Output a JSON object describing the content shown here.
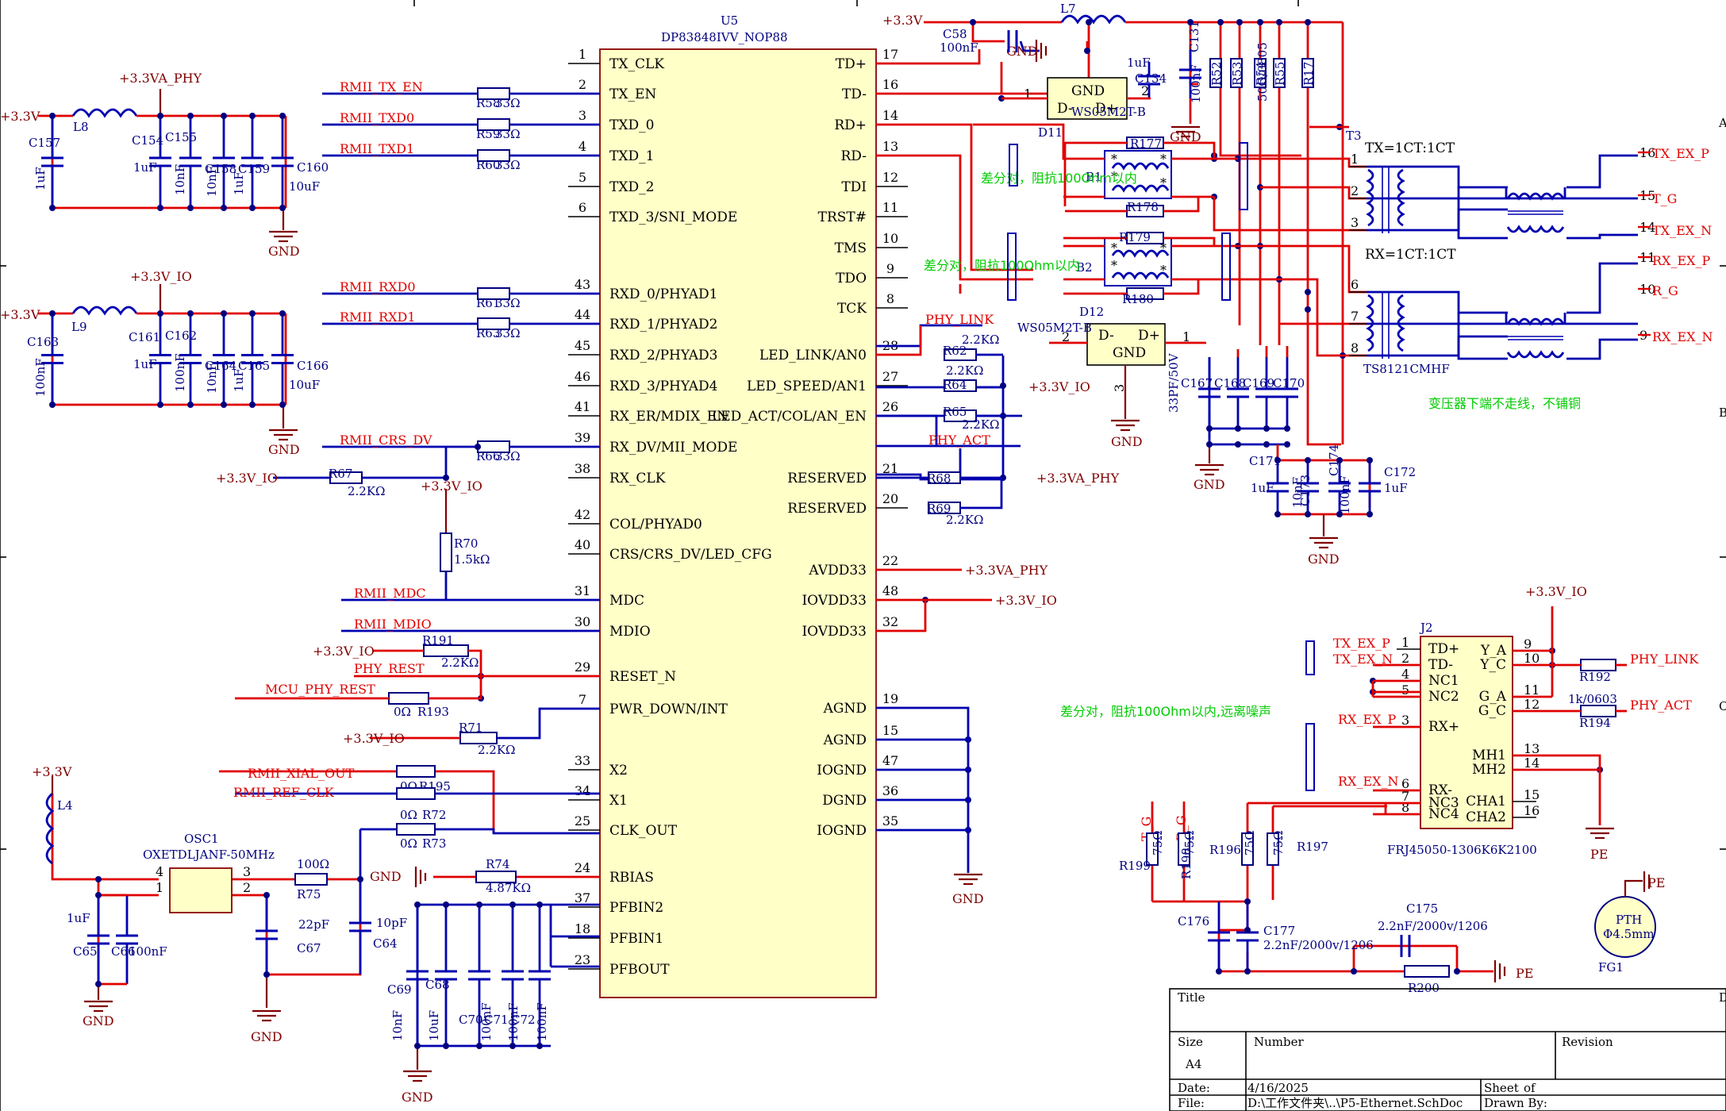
{
  "u5": {
    "designator": "U5",
    "part": "DP83848IVV_NOP88",
    "left_pins": [
      {
        "num": "1",
        "name": "TX_CLK"
      },
      {
        "num": "2",
        "name": "TX_EN"
      },
      {
        "num": "3",
        "name": "TXD_0"
      },
      {
        "num": "4",
        "name": "TXD_1"
      },
      {
        "num": "5",
        "name": "TXD_2"
      },
      {
        "num": "6",
        "name": "TXD_3/SNI_MODE"
      },
      {
        "num": "43",
        "name": "RXD_0/PHYAD1"
      },
      {
        "num": "44",
        "name": "RXD_1/PHYAD2"
      },
      {
        "num": "45",
        "name": "RXD_2/PHYAD3"
      },
      {
        "num": "46",
        "name": "RXD_3/PHYAD4"
      },
      {
        "num": "41",
        "name": "RX_ER/MDIX_EN"
      },
      {
        "num": "39",
        "name": "RX_DV/MII_MODE"
      },
      {
        "num": "38",
        "name": "RX_CLK"
      },
      {
        "num": "42",
        "name": "COL/PHYAD0"
      },
      {
        "num": "40",
        "name": "CRS/CRS_DV/LED_CFG"
      },
      {
        "num": "31",
        "name": "MDC"
      },
      {
        "num": "30",
        "name": "MDIO"
      },
      {
        "num": "29",
        "name": "RESET_N"
      },
      {
        "num": "7",
        "name": "PWR_DOWN/INT"
      },
      {
        "num": "33",
        "name": "X2"
      },
      {
        "num": "34",
        "name": "X1"
      },
      {
        "num": "25",
        "name": "CLK_OUT"
      },
      {
        "num": "24",
        "name": "RBIAS"
      },
      {
        "num": "37",
        "name": "PFBIN2"
      },
      {
        "num": "18",
        "name": "PFBIN1"
      },
      {
        "num": "23",
        "name": "PFBOUT"
      }
    ],
    "right_pins": [
      {
        "num": "17",
        "name": "TD+"
      },
      {
        "num": "16",
        "name": "TD-"
      },
      {
        "num": "14",
        "name": "RD+"
      },
      {
        "num": "13",
        "name": "RD-"
      },
      {
        "num": "12",
        "name": "TDI"
      },
      {
        "num": "11",
        "name": "TRST#"
      },
      {
        "num": "10",
        "name": "TMS"
      },
      {
        "num": "9",
        "name": "TDO"
      },
      {
        "num": "8",
        "name": "TCK"
      },
      {
        "num": "28",
        "name": "LED_LINK/AN0"
      },
      {
        "num": "27",
        "name": "LED_SPEED/AN1"
      },
      {
        "num": "26",
        "name": "LED_ACT/COL/AN_EN"
      },
      {
        "num": "21",
        "name": "RESERVED"
      },
      {
        "num": "20",
        "name": "RESERVED"
      },
      {
        "num": "22",
        "name": "AVDD33"
      },
      {
        "num": "48",
        "name": "IOVDD33"
      },
      {
        "num": "32",
        "name": "IOVDD33"
      },
      {
        "num": "19",
        "name": "AGND"
      },
      {
        "num": "15",
        "name": "AGND"
      },
      {
        "num": "47",
        "name": "IOGND"
      },
      {
        "num": "36",
        "name": "DGND"
      },
      {
        "num": "35",
        "name": "IOGND"
      }
    ]
  },
  "nets": {
    "tx_en": "RMII_TX_EN",
    "txd0": "RMII_TXD0",
    "txd1": "RMII_TXD1",
    "rxd0": "RMII_RXD0",
    "rxd1": "RMII_RXD1",
    "crs_dv": "RMII_CRS_DV",
    "mdc": "RMII_MDC",
    "mdio": "RMII_MDIO",
    "phy_rest": "PHY_REST",
    "mcu_phy_rest": "MCU_PHY_REST",
    "xial_out": "RMII_XIAL_OUT",
    "ref_clk": "RMII_REF_CLK",
    "phy_link": "PHY_LINK",
    "phy_act": "PHY_ACT",
    "tx_ex_p": "TX_EX_P",
    "tx_ex_n": "TX_EX_N",
    "rx_ex_p": "RX_EX_P",
    "rx_ex_n": "RX_EX_N",
    "tg": "T_G",
    "rg": "R_G"
  },
  "power": {
    "v33": "+3.3V",
    "v33_io": "+3.3V_IO",
    "v33va_phy": "+3.3VA_PHY",
    "gnd": "GND",
    "pe": "PE"
  },
  "parts": {
    "R58": "R58",
    "R59": "R59",
    "R60": "R60",
    "R61": "R61",
    "R62": "R62",
    "R63": "R63",
    "R64": "R64",
    "R65": "R65",
    "R66": "R66",
    "R67": "R67",
    "R68": "R68",
    "R69": "R69",
    "R70": "R70",
    "R71": "R71",
    "R72": "R72",
    "R73": "R73",
    "R74": "R74",
    "R75": "R75",
    "R52": "R52",
    "R53": "R53",
    "R54": "R54",
    "R55": "R55",
    "R17": "R17",
    "R177": "R177",
    "R178": "R178",
    "R179": "R179",
    "R180": "R180",
    "R191": "R191",
    "R192": "R192",
    "R193": "R193",
    "R194": "R194",
    "R195": "R195",
    "R196": "R196",
    "R197": "R197",
    "R198": "R198",
    "R199": "R199",
    "R200": "R200",
    "L4": "L4",
    "L7": "L7",
    "L8": "L8",
    "L9": "L9",
    "C58": "C58",
    "C64": "C64",
    "C65": "C65",
    "C66": "C66",
    "C67": "C67",
    "C68": "C68",
    "C69": "C69",
    "C70": "C70",
    "C71": "C71",
    "C72": "C72",
    "C131": "C131",
    "C134": "C134",
    "C154": "C154",
    "C155": "C155",
    "C157": "C157",
    "C158": "C158",
    "C159": "C159",
    "C160": "C160",
    "C161": "C161",
    "C162": "C162",
    "C163": "C163",
    "C164": "C164",
    "C165": "C165",
    "C166": "C166",
    "C167": "C167",
    "C168": "C168",
    "C169": "C169",
    "C170": "C170",
    "C171": "C171",
    "C172": "C172",
    "C173": "C173",
    "C174": "C174",
    "C175": "C175",
    "C176": "C176",
    "C177": "C177",
    "D11": "D11",
    "D12": "D12",
    "B1": "B1",
    "B2": "B2",
    "T3": "T3",
    "J2": "J2",
    "OSC1": "OSC1",
    "FG1": "FG1"
  },
  "values": {
    "r33": "33Ω",
    "r22k": "2.2KΩ",
    "r15k": "1.5kΩ",
    "r0": "0Ω",
    "r100": "100Ω",
    "r487k": "4.87KΩ",
    "r75": "75Ω",
    "r1k0603": "1k/0603",
    "r50_0805": "50Ω/0805",
    "c100nf": "100nF",
    "c10nf": "10nF",
    "c1uf": "1uF",
    "c10uf": "10uF",
    "c22pf": "22pF",
    "c10pf": "10pF",
    "c33pf": "33PF/50V",
    "c2n2": "2.2nF/2000v/1206",
    "ws05": "WS05M2T-B",
    "osc": "OXETDLJANF-50MHz",
    "t3part": "TS8121CMHF",
    "j2part": "FRJ45050-1306K6K2100",
    "pth": "PTH",
    "pth_dia": "Φ4.5mm",
    "txratio": "TX=1CT:1CT",
    "rxratio": "RX=1CT:1CT"
  },
  "d11_pins": {
    "gnd": "GND",
    "dm": "D-",
    "dp": "D+"
  },
  "d12_pins": {
    "gnd": "GND",
    "dm": "D-",
    "dp": "D+"
  },
  "j2_pins": {
    "left": [
      {
        "num": "1",
        "name": "TD+"
      },
      {
        "num": "2",
        "name": "TD-"
      },
      {
        "num": "4",
        "name": "NC1"
      },
      {
        "num": "5",
        "name": "NC2"
      },
      {
        "num": "3",
        "name": "RX+"
      },
      {
        "num": "6",
        "name": "RX-"
      },
      {
        "num": "7",
        "name": "NC3"
      },
      {
        "num": "8",
        "name": "NC4"
      }
    ],
    "right": [
      {
        "num": "9",
        "name": "Y_A"
      },
      {
        "num": "10",
        "name": "Y_C"
      },
      {
        "num": "11",
        "name": "G_A"
      },
      {
        "num": "12",
        "name": "G_C"
      },
      {
        "num": "13",
        "name": "MH1"
      },
      {
        "num": "14",
        "name": "MH2"
      },
      {
        "num": "15",
        "name": "CHA1"
      },
      {
        "num": "16",
        "name": "CHA2"
      }
    ]
  },
  "t3_pins": [
    "1",
    "2",
    "3",
    "6",
    "7",
    "8"
  ],
  "t3_out": [
    "16",
    "15",
    "14",
    "11",
    "10",
    "9"
  ],
  "notes": {
    "diff1": "差分对，阻抗100Ohm以内",
    "diff2": "差分对，阻抗100Ohm以内",
    "diff3": "差分对，阻抗100Ohm以内,远离噪声",
    "xfmr": "变压器下端不走线，不铺铜"
  },
  "title_block": {
    "title": "Title",
    "size": "Size",
    "size_val": "A4",
    "number": "Number",
    "revision": "Revision",
    "date_lbl": "Date:",
    "date": "4/16/2025",
    "file_lbl": "File:",
    "file": "D:\\工作文件夹\\..\\P5-Ethernet.SchDoc",
    "sheet": "Sheet",
    "of": "of",
    "drawn": "Drawn By:"
  },
  "zones": {
    "a": "A",
    "b": "B",
    "c": "C",
    "d": "D"
  }
}
